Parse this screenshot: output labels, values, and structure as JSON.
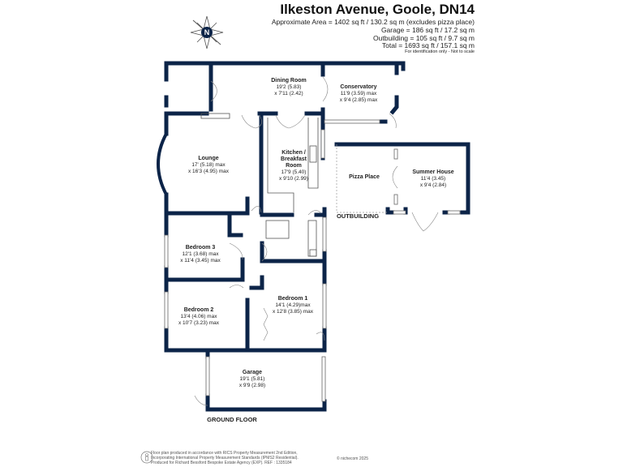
{
  "header": {
    "title": "Ilkeston Avenue, Goole, DN14",
    "area_lines": [
      "Approximate Area = 1402 sq ft / 130.2 sq m (excludes pizza place)",
      "Garage = 186 sq ft / 17.2 sq m",
      "Outbuilding = 105 sq ft / 9.7 sq m",
      "Total = 1693 sq ft / 157.1 sq m"
    ],
    "disclaimer": "For identification only - Not to scale"
  },
  "compass": {
    "label": "N"
  },
  "rooms": {
    "dining": {
      "name": "Dining Room",
      "dim1": "19'2 (5.83)",
      "dim2": "x 7'11 (2.42)"
    },
    "conservatory": {
      "name": "Conservatory",
      "dim1": "11'9 (3.59) max",
      "dim2": "x 9'4 (2.85) max"
    },
    "lounge": {
      "name": "Lounge",
      "dim1": "17' (5.18) max",
      "dim2": "x 16'3 (4.95) max"
    },
    "kitchen": {
      "name1": "Kitchen /",
      "name2": "Breakfast",
      "name3": "Room",
      "dim1": "17'9 (5.40)",
      "dim2": "x 9'10 (2.99)"
    },
    "pizza": {
      "name": "Pizza Place"
    },
    "summer": {
      "name": "Summer House",
      "dim1": "11'4 (3.45)",
      "dim2": "x 9'4 (2.84)"
    },
    "bedroom3": {
      "name": "Bedroom 3",
      "dim1": "12'1 (3.68) max",
      "dim2": "x 11'4 (3.45) max"
    },
    "bedroom2": {
      "name": "Bedroom 2",
      "dim1": "13'4 (4.06) max",
      "dim2": "x 10'7 (3.23) max"
    },
    "bedroom1": {
      "name": "Bedroom 1",
      "dim1": "14'1 (4.29)max",
      "dim2": "x 12'8 (3.85) max"
    },
    "garage": {
      "name": "Garage",
      "dim1": "19'1 (5.81)",
      "dim2": "x 9'9 (2.98)"
    }
  },
  "labels": {
    "outbuilding": "OUTBUILDING",
    "ground_floor": "GROUND FLOOR"
  },
  "footer": {
    "lines": [
      "Floor plan produced in accordance with RICS Property Measurement 2nd Edition,",
      "Incorporating International Property Measurement Standards (IPMS2 Residential).",
      "Produced for Richard Bessford Bespoke Estate Agency (EXP).   REF :  1335184"
    ],
    "copyright": "© nichecom 2025"
  },
  "colors": {
    "wall": "#0c2448",
    "text": "#222222"
  }
}
